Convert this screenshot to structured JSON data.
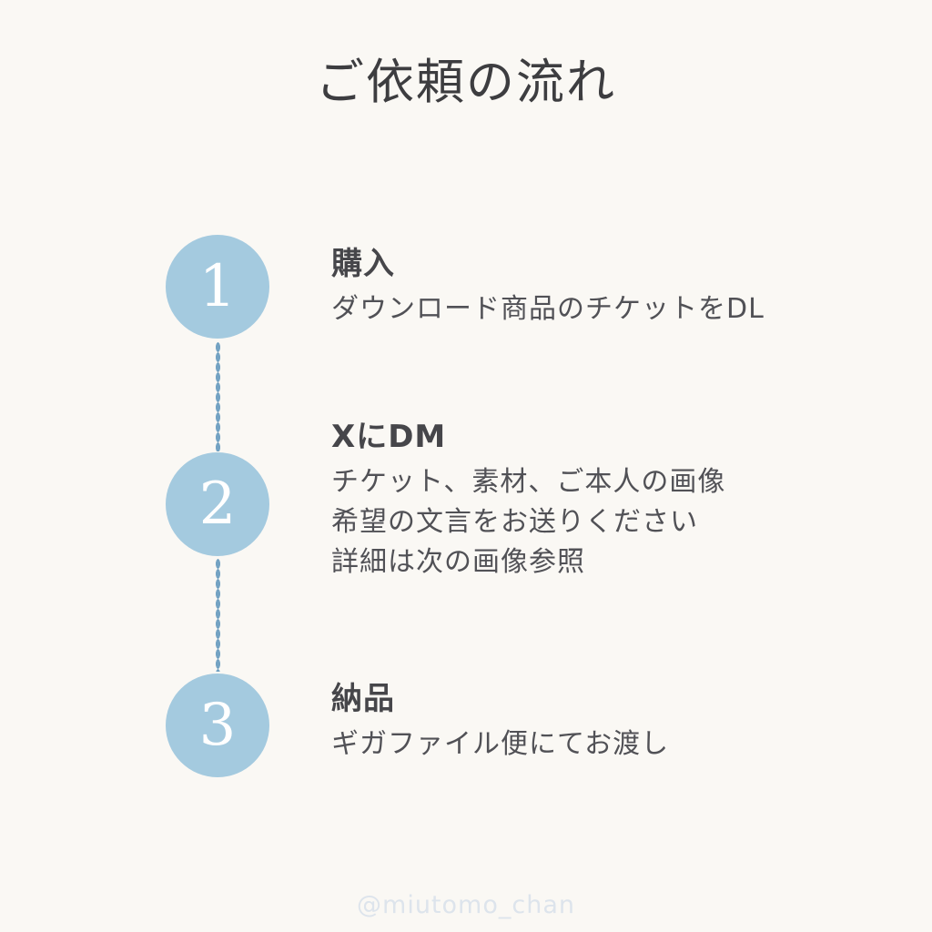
{
  "page": {
    "title": "ご依頼の流れ",
    "footer_handle": "@miutomo_chan"
  },
  "colors": {
    "background": "#faf8f4",
    "circle_fill": "#a4cadf",
    "circle_number": "#ffffff",
    "dot": "#74a3c3",
    "title_text": "#3d3d40",
    "heading_text": "#46464a",
    "body_text": "#515156",
    "footer_text": "#dde4ec"
  },
  "steps": [
    {
      "number": "1",
      "heading": "購入",
      "lines": [
        "ダウンロード商品のチケットをDL"
      ]
    },
    {
      "number": "2",
      "heading": "XにDM",
      "lines": [
        "チケット、素材、ご本人の画像",
        "希望の文言をお送りください",
        "詳細は次の画像参照"
      ]
    },
    {
      "number": "3",
      "heading": "納品",
      "lines": [
        "ギガファイル便にてお渡し"
      ]
    }
  ]
}
